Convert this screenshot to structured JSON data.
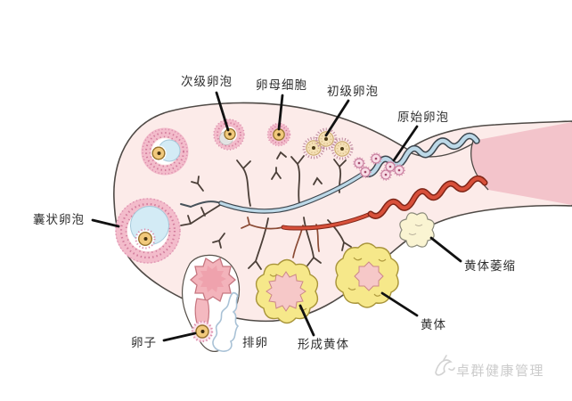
{
  "labels": {
    "cystic_follicle": "囊状卵泡",
    "secondary_follicle": "次级卵泡",
    "oocyte_cell": "卵母细胞",
    "primary_follicle": "初级卵泡",
    "primordial_follicle": "原始卵泡",
    "ovum": "卵子",
    "ovulation": "排卵",
    "forming_corpus_luteum": "形成黄体",
    "corpus_luteum": "黄体",
    "corpus_luteum_atrophy": "黄体萎缩"
  },
  "watermark": {
    "text": "卓群健康管理"
  },
  "colors": {
    "body_fill": "#fcebe9",
    "outline": "#4f4a46",
    "follicle_ring": "#f3bccb",
    "follicle_speckle": "#d27c9c",
    "fluid_blue": "#d3ebf5",
    "oocyte_yellow": "#f1c97c",
    "vessel_blue": "#bdd9e8",
    "vessel_red": "#d8503a",
    "luteum_yellow": "#f6e88a",
    "luteum_pink": "#f6c8c8",
    "atrophy_cream": "#faf4d2",
    "label_color": "#2f2f2f",
    "watermark_color": "#cbcbcb"
  }
}
